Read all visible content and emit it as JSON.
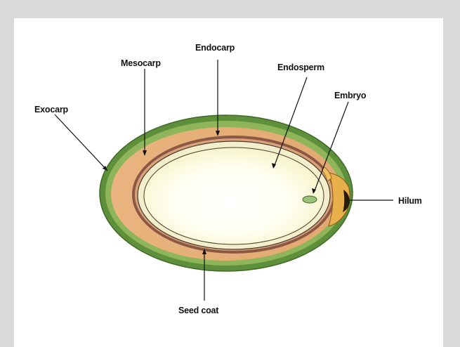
{
  "diagram": {
    "labels": {
      "exocarp": "Exocarp",
      "mesocarp": "Mesocarp",
      "endocarp": "Endocarp",
      "endosperm": "Endosperm",
      "embryo": "Embryo",
      "hilum": "Hilum",
      "seed_coat": "Seed coat"
    },
    "colors": {
      "background": "#d9d9d9",
      "panel": "#ffffff",
      "exocarp": "#5e8f3a",
      "exocarp_light": "#8fb55a",
      "mesocarp": "#e8b27c",
      "endocarp": "#7a4a3c",
      "seed_coat": "#f2edc9",
      "endosperm": "#fffde8",
      "embryo": "#9cc27a",
      "hilum": "#e7b04a",
      "ink": "#111111"
    }
  }
}
